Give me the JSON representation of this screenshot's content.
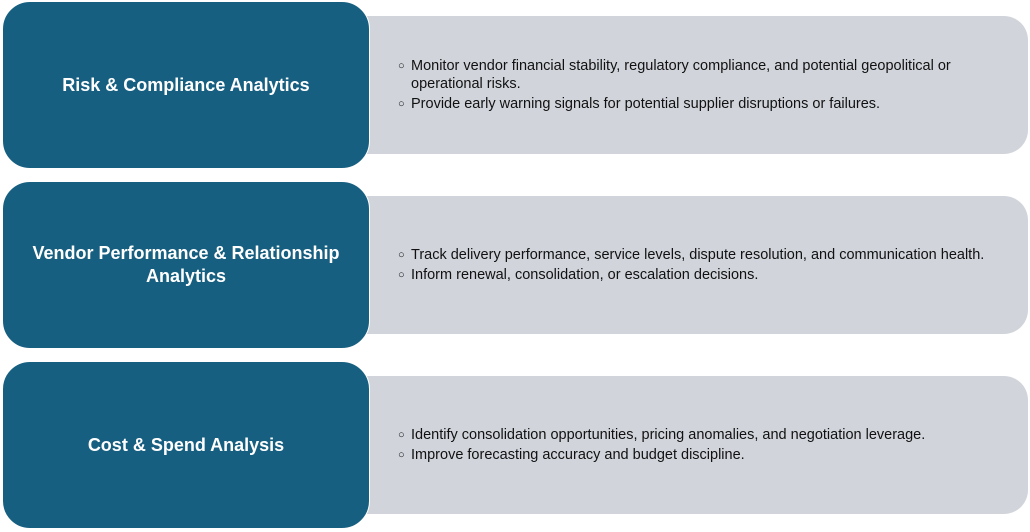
{
  "rows": [
    {
      "title": "Risk & Compliance Analytics",
      "items": [
        "Monitor vendor financial stability, regulatory compliance, and potential geopolitical or operational risks.",
        "Provide early warning signals for potential supplier disruptions or failures."
      ]
    },
    {
      "title": "Vendor Performance & Relationship Analytics",
      "items": [
        "Track delivery performance, service levels, dispute resolution, and communication health.",
        "Inform renewal, consolidation, or escalation decisions."
      ]
    },
    {
      "title": "Cost & Spend Analysis",
      "items": [
        "Identify consolidation opportunities, pricing anomalies, and negotiation leverage.",
        "Improve forecasting accuracy and budget discipline."
      ]
    }
  ],
  "bullet_glyph": "○",
  "colors": {
    "header": "#175f80",
    "panel": "#d1d5db"
  }
}
